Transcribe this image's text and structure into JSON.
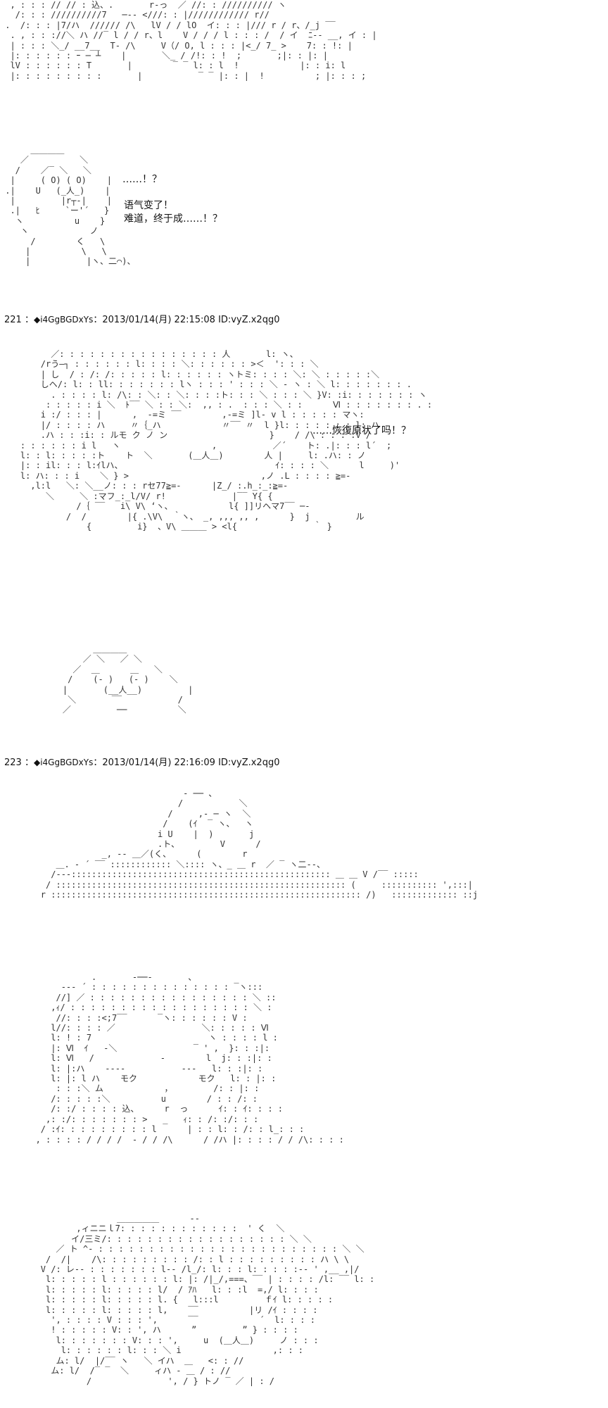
{
  "art": {
    "block1": "  , : : : // // : 込、.       r‐っ  ／ //: : ////////// ヽ\n   /: : : //////////7   ─‐‐ <///: : |//////////// r//\n .  /: : : |7/ハ  ////// /\\   lV / / lO  イ: : : |/// r / r、/_j ‾‾ \n  . , : : ://＼ ハ //‾ l / / r、l    V / / / l : : : /  / イ  ﾆ‐‐ __, イ : |\n  | : : : ＼_/ __7__  T‐ /\\     V（/ O, l : : : |<_/ 7_ >    7: : !: |\n  |: : : : : : ｰ ─ ┴    |       ＼_ / /!: : !  ;       ;|: : |: |\n  lV : : : : : : T       |        ‾ ‾ l: : l  !            |: : i: l\n  |: : : : : : : : :       |           ‾ ‾ |: : |  !          ; |: : : ;",
    "block2": "      ＿＿＿＿\n    ／          ＼\n   /    ／‾ ＼   ＼\n  |     ( O) ( O)    |\n .|    U   (_人_)    |\n  |         |r┬‐|    |\n  .|   ﾋ     `ー'´   }\n   ヽ          u    }\n    ヽ            ノ\n      /        く   \\\n     |          \\   \\\n     |           |ヽ、二⌒)、",
    "block3": "          ／: : : : : : : : : : : : : : : : 人       l: ヽ、\n        /rう―┐ : : : : : : l: : : : ＼: : : : : : >＜  ': : : ＼\n        | し  / : /: /: : : : : l: : : : : : ヽトミ: : : : ＼: ＼ : : : : :＼\n        しヘ/: l: : ll: : : : : : : lヽ : : : ' : : : ＼ ‐ ヽ : ＼ l: : : : : : : .\n          . : : : : l: /\\: : ＼: : ＼: : : :ト: : : ＼ : : : ＼ }V: :i: : : : : : : ヽ\n         : : : : : i ＼  ﾄ‾‾ ＼ : : ＼:  ,, : .  : : : ＼ : :      Ⅵ : : : : : : : . :\n        i :/ : : : |      ,  -=ミ ‾‾        ,-=ミ ]l‐ v l : : : : : マヽ:\n        |/ : : : : ハ     〃｛_ハ            〃‾‾ 〃  l }l: : : : : : : l: ハ\n        .ハ : : :i: : ルモ ク ノ ン                    }    / /\\ : : : :V /\n    : : : : : : i l   ヽ                  ,           ／´    ト: .|: : : l´  ;\n    l: : l: : : : :ト    ト  ＼       (＿人＿)        人 |     l: .ハ: : ノ\n    |: : il: : : l:ｲlハ、                              ｲ: : : : ＼      l     )'\n    l: ハ: : : i    ＼ } >                          ,ノ .L : : : : ≧=‐\n      ,l:l   ＼: ＼__ノ: : : rセ77≧=‐      |Z_/ :.h_:_:≧=‐\n         ＼     ＼ :マフ_:_l/V/ r!             |‾‾ Y{ {\n               /｛ ‾‾   i\\ V\\ ‘ヽ、           l{ ]]リヘマ7‾‾ ─‐\n             /  /        |{ .\\V\\  ｀ヽ、 _, ,,, ,, ,      }  j         ル\n                 {         i}  、V\\ ＿＿＿ > <l{               ｀ }",
    "block4": "          ＿＿＿＿\n        ／ ＼   ／ ＼\n      ／  ＿      ＿   ＼\n     /    (‐ )   (‐ )    ＼\n    |       (__人__)         |\n     ＼       ‾‾           /\n    ／         ──          ＼",
    "block5": "                                    - ── 、\n                                   /           ＼\n                                 /     ,- ─ ヽ  ＼\n                                /    (ｲ  ‾ ヽ、  ヽ\n                               i U    |  )       j\n                               .ト、        V      /\n                    _, ‐‐ ＿／(く、     (        r\n           ＿. ‐ ´ ‾‾ :::::::::::: ＼:::: ヽ、_ ＿ r  ／ ‾ ヽ二‐‐、\n          /‐‐‐::::::::::::::::::::::::::::::::::::::::::::::::::: ＿ ＿ V /‾‾ :::::\n         / ::::::::::::::::::::::::::::::::::::::::::::::::::::::::: (     ::::::::::: ',:::|\n        r ::::::::::::::::::::::::::::::::::::::::::::::::::::::::::::: /)   ::::::::::::: ::j",
    "block6": "                  .       -──‐       、\n            ‐‐‐ ´ : : : : : : : : : : : : : : ‾ヽ:::\n           //] ／ : : : : : : : : : : : : : : : : ＼ ::\n          ,ｨ/ : : : : : : : : : : : : : : : : : : ＼ :\n           //: : : :<;7‾‾      ‾ヽ: : : : : : V :\n          l//: : : : ／                 ＼: : : : : Ⅵ\n          l: ! : 7                       ヽ : : : : l :\n          |: Ⅵ  ｲ   ‐＼               ‾ ' ,  }: : :|:\n          l: Ⅵ   /             ‐        l  j: : :|: :\n          l: |:ハ    ‐‐‐‐           ‐‐‐   l: : :|: :\n          l: |: l ハ    モク            モク   l: : |: :\n           : : :＼ ム            ，        /: : |: :\n          /: : : : :＼          u        / : : /: :\n          /: :/ : : : : 込、     r  っ      ｲ: : ｲ: : : :\n         ,: :/: : : : : : : >   _   ｨ: : /: :/: : :\n        / :ｲ: : : : : : : : : l      | : : l: : /: : l_: : :\n       , : : : : / / / /  ‐ / / /\\      / /ハ |: : : : / / /\\: : : :",
    "block7": "                       ＿＿＿＿＿      ‐‐\n               ,ィニニｌ7: : : : : : : : : : : :  ' く  ＼\n              イ/三ミ/: : : : : : : : : : : : : : : : : : ＼ ＼\n           ／ ト ^‐ : : : : : : : : : : : : : : : : : : : : : : : : ＼ ＼\n         /  /|    /\\: : : : : : : : : /: : l : : : : : : : : : ハ \\ \\\n        V /: レ‐‐ : : : : : : : l‐‐ /l_/: l: : : l: : : : :‐‐ ' ,__ ,|/\n         l: : : : : l : : : : : : l: |: /|_/,===、‾‾ | : : : : /l: ‾‾ l: :\n         l: : : : : l: : : : : l/  / ｱﾊ   l: : :l  =,/ l: : : :\n         l: : : : : l: : : : : l. {   l:::l         ｆｲ l: : : : :\n         l: : : : : l: : : : : l,    ‾‾          |リ /ｲ : : : :\n          ', : : : : V : : : ',      ‾‾            ´  l: : : :\n          ! : : : : : V: : ', ハ      ”         ” } : : : :\n           l: : : : : : : V: : : ',     u  (＿人＿)     ノ : : :\n            l: : : : : : l: : : ＼ i                  ,: : :\n           ム: l/  |/‾‾ ヽ   ＼ イハ  ＿   <: : //\n          ム: l/  /‾ ‾  ＼     ィハ ‐ ＿ / : //\n                 /               ', / } トノ ‾ ／ | : /"
  },
  "dialog": {
    "d1": "……！？",
    "d2": "语气变了！",
    "d3": "难道，终于成……！？",
    "d4": "……恢復原状了吗！？"
  },
  "posts": {
    "p221": {
      "number": "221",
      "sep": "：",
      "trip": "◆i4GgBGDxYs",
      "datetime": "：2013/01/14(月) 22:15:08",
      "id": "ID:vyZ.x2qg0"
    },
    "p223": {
      "number": "223",
      "sep": "：",
      "trip": "◆i4GgBGDxYs",
      "datetime": "：2013/01/14(月) 22:16:09",
      "id": "ID:vyZ.x2qg0"
    }
  }
}
